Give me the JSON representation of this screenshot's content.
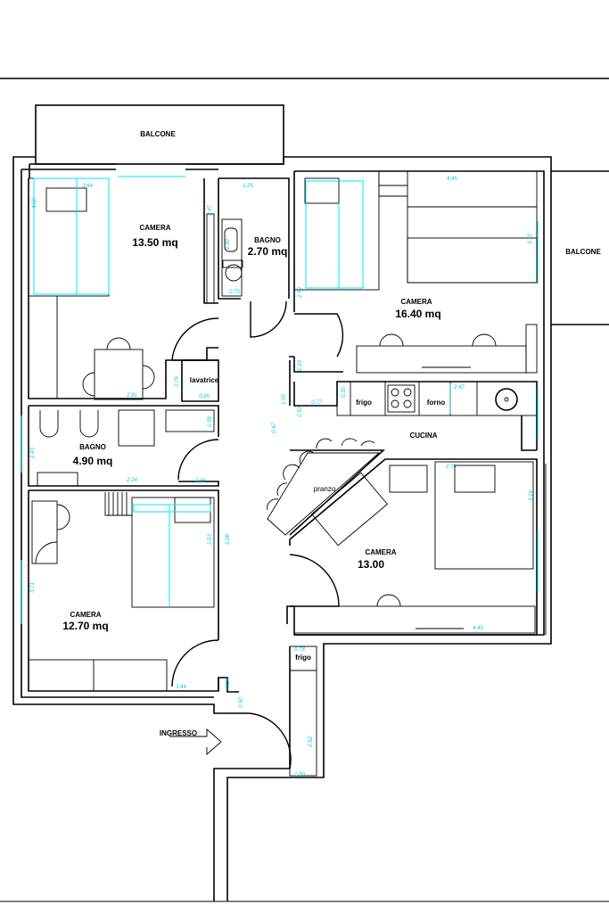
{
  "rooms": {
    "balcone_top": "BALCONE",
    "balcone_right": "BALCONE",
    "camera1_name": "CAMERA",
    "camera1_area": "13.50 mq",
    "bagno1_name": "BAGNO",
    "bagno1_area": "2.70 mq",
    "camera2_name": "CAMERA",
    "camera2_area": "16.40 mq",
    "lavatrice": "lavatrice",
    "bagno2_name": "BAGNO",
    "bagno2_area": "4.90 mq",
    "frigo1": "frigo",
    "forno": "forno",
    "cucina": "CUCINA",
    "pranzo": "pranzo",
    "camera3_name": "CAMERA",
    "camera3_area": "13.00",
    "camera4_name": "CAMERA",
    "camera4_area": "12.70 mq",
    "frigo2": "frigo",
    "ingresso": "INGRESSO"
  },
  "dimensions": {
    "d_3_64": "3.64",
    "d_4_02": "4.02",
    "d_2_47": "2.47",
    "d_1_25": "1.25",
    "d_1_30": "1.30",
    "d_0_75": "0.75",
    "d_4_45": "4.45",
    "d_3_70": "3.70",
    "d_2_59": "2.59",
    "d_2_81": "2.81",
    "d_0_76": "0.76",
    "d_0_65a": "0.65",
    "d_0_33": "0.33",
    "d_0_58": "0.58",
    "d_1_43": "1.43",
    "d_2_14": "2.14",
    "d_0_65b": "0.65",
    "d_1_05": "1.05",
    "d_0_77": "0.77",
    "d_0_30": "0.30",
    "d_0_47": "0.47",
    "d_0_53": "0.53",
    "d_2_47b": "2.47",
    "d_2_70": "2.70",
    "d_3_16": "3.16",
    "d_2_53": "2.53",
    "d_2_08": "2.08",
    "d_3_71": "3.71",
    "d_4_45b": "4.45",
    "d_3_44": "3.44",
    "d_0_24": "0.24",
    "d_0_50": "0.50",
    "d_0_78": "0.78",
    "d_2_52": "2.52",
    "d_1_50": "1.50"
  }
}
